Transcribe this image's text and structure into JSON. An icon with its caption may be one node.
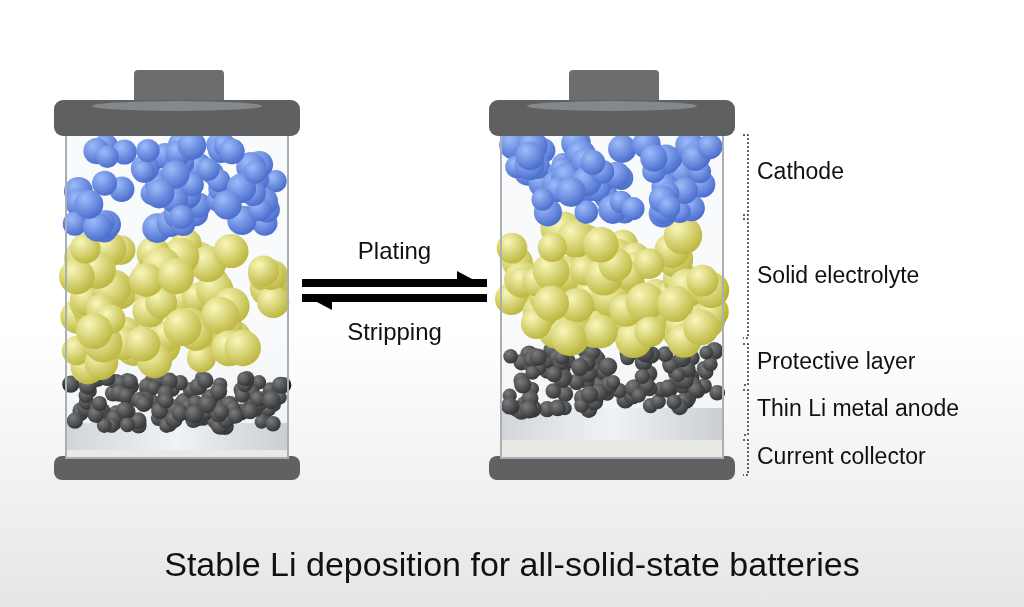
{
  "diagram": {
    "caption": "Stable Li deposition for all-solid-state batteries",
    "nodes": [
      {
        "text": [],
        "shape": "picture"
      },
      {
        "text": [],
        "shape": "picture"
      }
    ],
    "edges": [
      {
        "from": 0,
        "to": 1,
        "arrow": "to",
        "label": "Plating"
      },
      {
        "from": 1,
        "to": 0,
        "arrow": "to",
        "label": "Stripping"
      }
    ],
    "labels": [
      "Cathode",
      "Solid electrolyte",
      "Protective layer",
      "Thin Li metal anode",
      "Current collector"
    ]
  }
}
